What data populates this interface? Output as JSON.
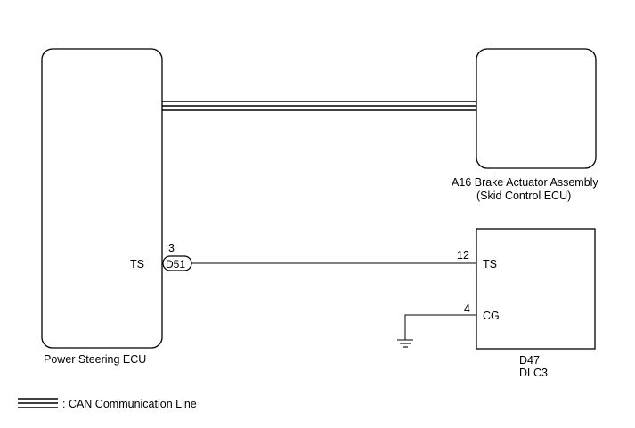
{
  "power_steering_ecu": {
    "label": "Power Steering ECU",
    "pin_name": "TS",
    "connector": "D51",
    "pin_number": "3"
  },
  "brake_actuator": {
    "code": "A16",
    "name": "Brake Actuator Assembly",
    "subname": "(Skid Control ECU)"
  },
  "dlc3": {
    "code": "D47",
    "name": "DLC3",
    "pins": [
      {
        "number": "12",
        "name": "TS"
      },
      {
        "number": "4",
        "name": "CG"
      }
    ]
  },
  "legend": {
    "text": ": CAN Communication Line"
  }
}
